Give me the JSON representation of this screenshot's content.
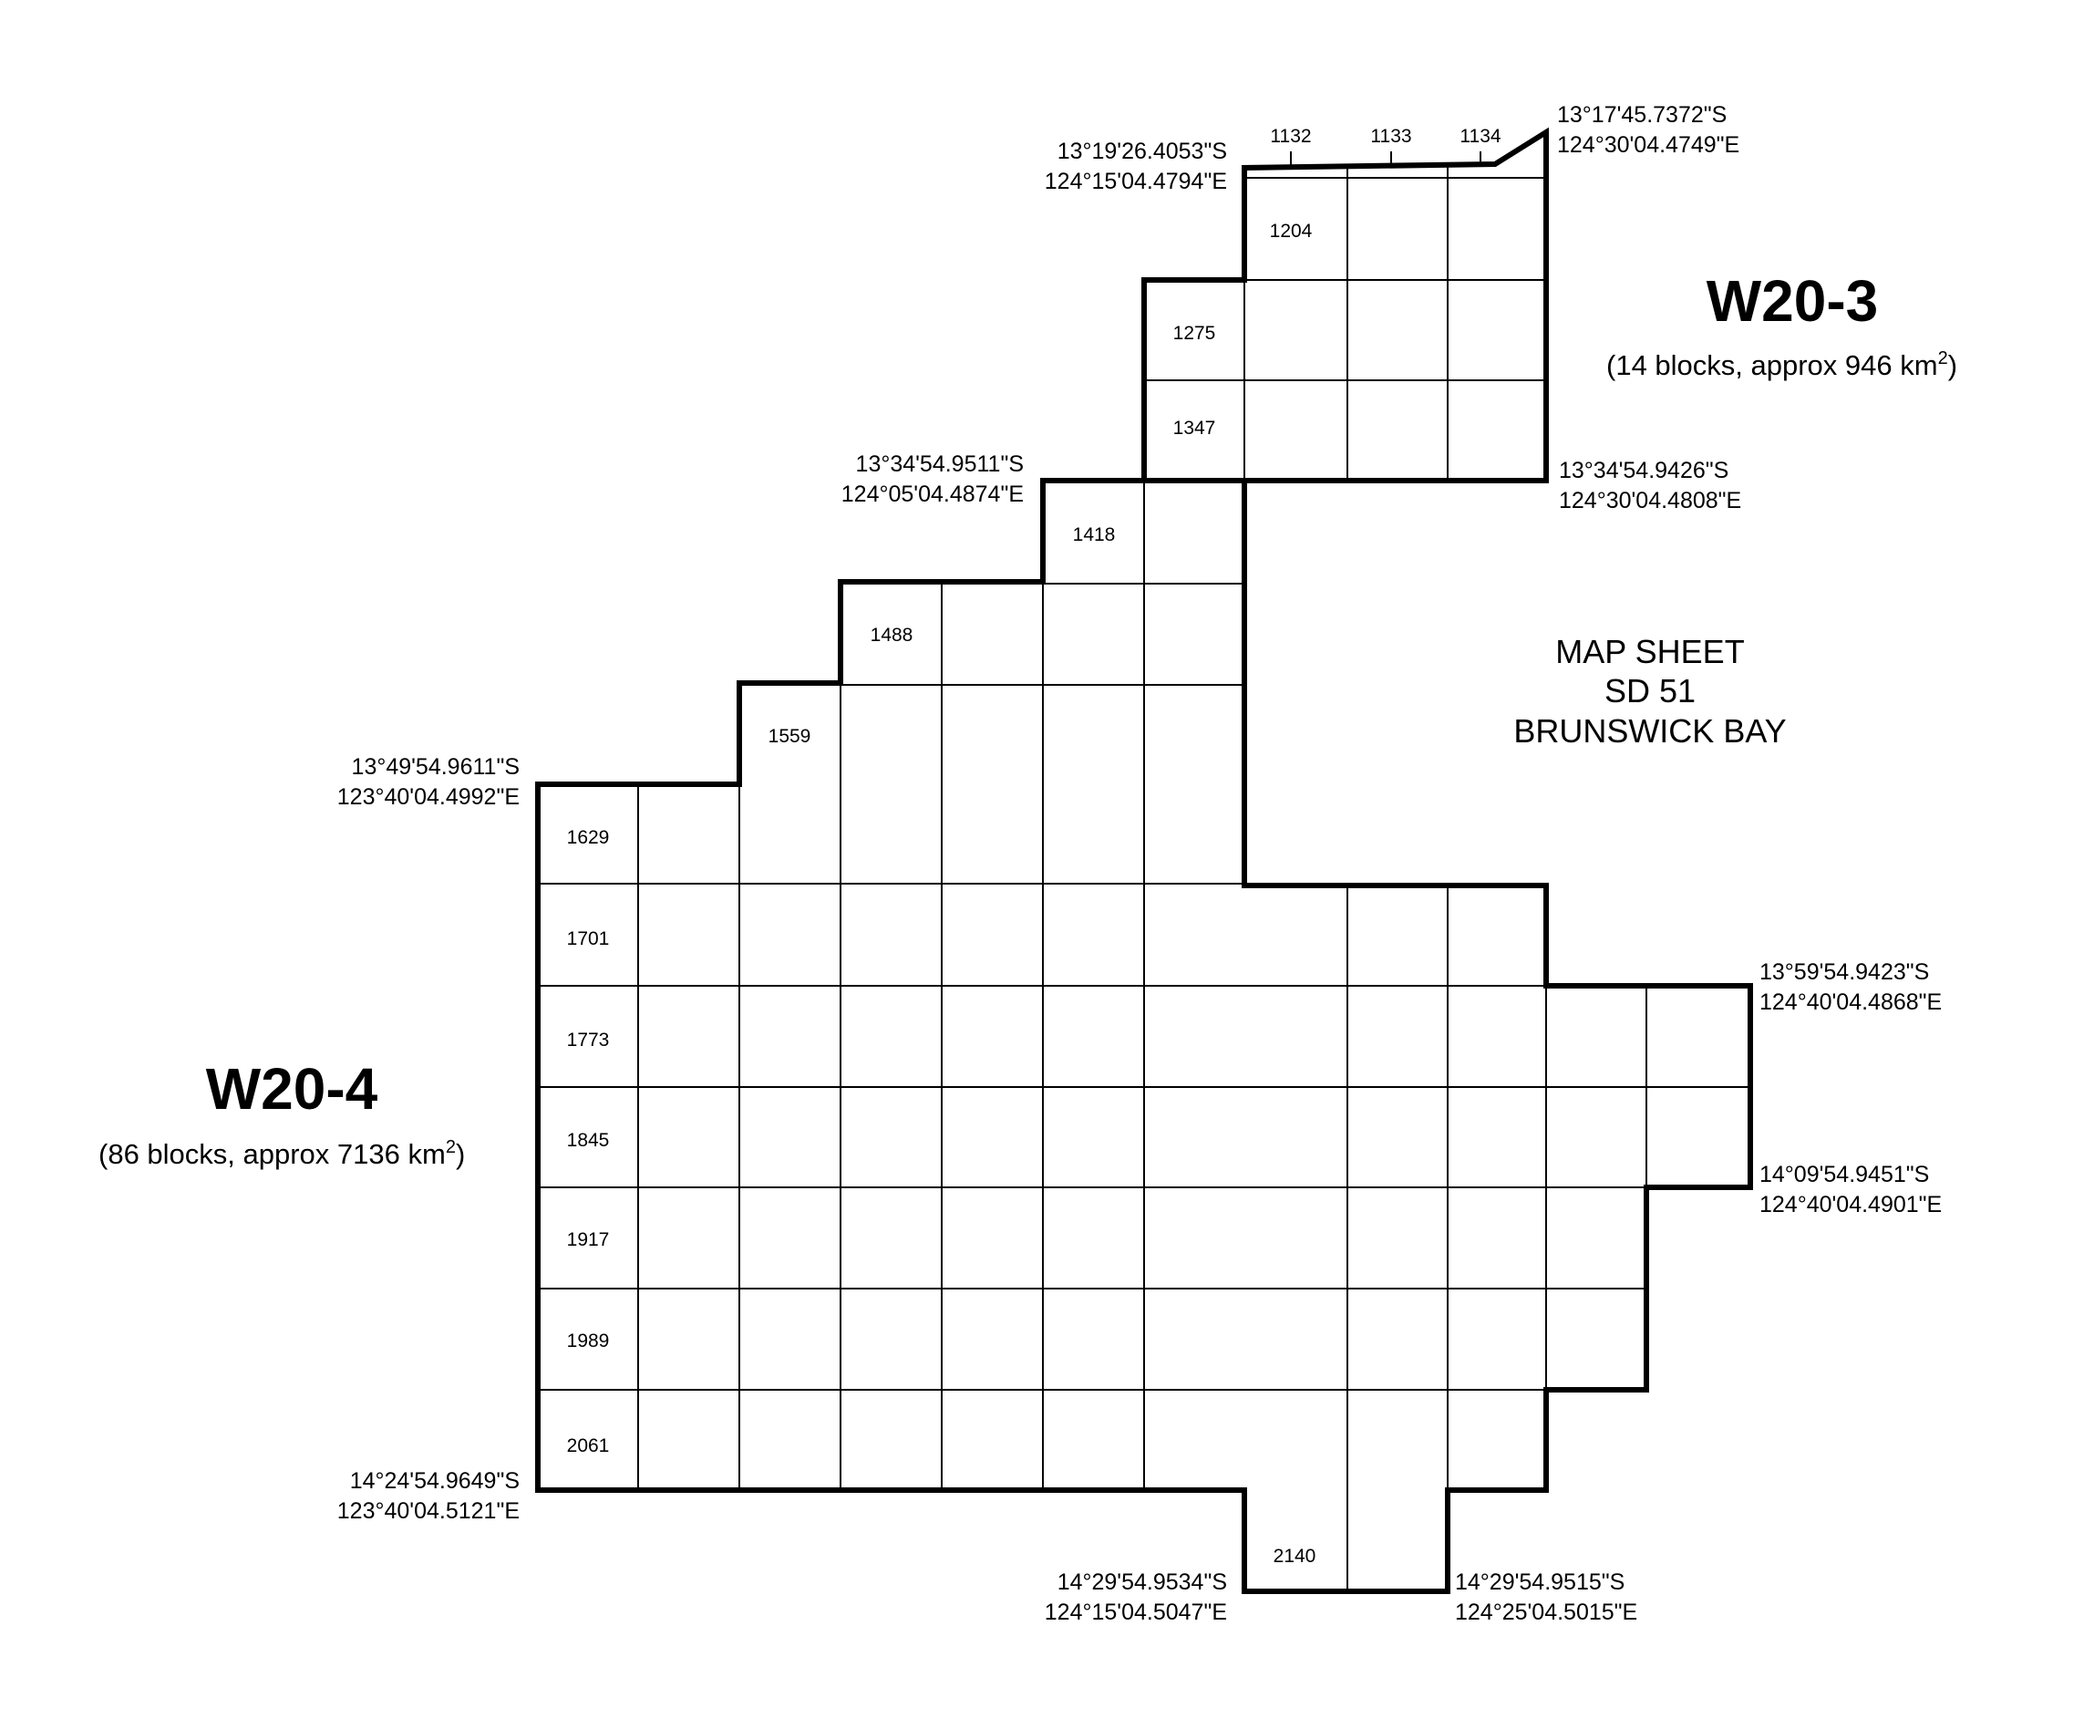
{
  "areas": {
    "w20_3": {
      "title": "W20-3",
      "subtitle": "(14 blocks, approx 946 km",
      "sup": "2",
      "close": ")"
    },
    "w20_4": {
      "title": "W20-4",
      "subtitle": "(86 blocks, approx 7136 km",
      "sup": "2",
      "close": ")"
    }
  },
  "map_sheet": {
    "line1": "MAP SHEET",
    "line2": "SD 51",
    "line3": "BRUNSWICK BAY"
  },
  "block_labels": {
    "b1132": "1132",
    "b1133": "1133",
    "b1134": "1134",
    "b1204": "1204",
    "b1275": "1275",
    "b1347": "1347",
    "b1418": "1418",
    "b1488": "1488",
    "b1559": "1559",
    "b1629": "1629",
    "b1701": "1701",
    "b1773": "1773",
    "b1845": "1845",
    "b1917": "1917",
    "b1989": "1989",
    "b2061": "2061",
    "b2140": "2140"
  },
  "corner_coordinates": {
    "ne_top": {
      "lat": "13°17'45.7372\"S",
      "lon": "124°30'04.4749\"E"
    },
    "nw_top": {
      "lat": "13°19'26.4053\"S",
      "lon": "124°15'04.4794\"E"
    },
    "w20_3_sw": {
      "lat": "13°34'54.9511\"S",
      "lon": "124°05'04.4874\"E"
    },
    "w20_3_se": {
      "lat": "13°34'54.9426\"S",
      "lon": "124°30'04.4808\"E"
    },
    "w20_4_nw": {
      "lat": "13°49'54.9611\"S",
      "lon": "123°40'04.4992\"E"
    },
    "east_ne": {
      "lat": "13°59'54.9423\"S",
      "lon": "124°40'04.4868\"E"
    },
    "east_se": {
      "lat": "14°09'54.9451\"S",
      "lon": "124°40'04.4901\"E"
    },
    "w20_4_sw": {
      "lat": "14°24'54.9649\"S",
      "lon": "123°40'04.5121\"E"
    },
    "south_sw": {
      "lat": "14°29'54.9534\"S",
      "lon": "124°15'04.5047\"E"
    },
    "south_se": {
      "lat": "14°29'54.9515\"S",
      "lon": "124°25'04.5015\"E"
    }
  }
}
